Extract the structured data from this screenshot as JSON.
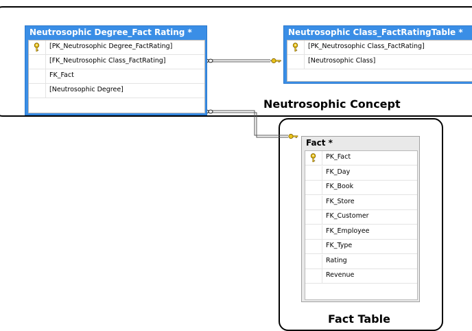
{
  "groups": {
    "neutrosophic_concept": "Neutrosophic Concept",
    "fact_table": "Fact Table"
  },
  "tables": {
    "degree": {
      "title": "Neutrosophic Degree_Fact Rating *",
      "fields": [
        {
          "name": "[PK_Neutrosophic Degree_FactRating]",
          "key": true
        },
        {
          "name": "[FK_Neutrosophic Class_FactRating]",
          "key": false
        },
        {
          "name": "FK_Fact",
          "key": false
        },
        {
          "name": "[Neutrosophic Degree]",
          "key": false
        }
      ]
    },
    "class": {
      "title": "Neutrosophic Class_FactRatingTable *",
      "fields": [
        {
          "name": "[PK_Neutrosophic Class_FactRating]",
          "key": true
        },
        {
          "name": "[Neutrosophic Class]",
          "key": false
        }
      ]
    },
    "fact": {
      "title": "Fact *",
      "fields": [
        {
          "name": "PK_Fact",
          "key": true
        },
        {
          "name": "FK_Day",
          "key": false
        },
        {
          "name": "FK_Book",
          "key": false
        },
        {
          "name": "FK_Store",
          "key": false
        },
        {
          "name": "FK_Customer",
          "key": false
        },
        {
          "name": "FK_Employee",
          "key": false
        },
        {
          "name": "FK_Type",
          "key": false
        },
        {
          "name": "Rating",
          "key": false
        },
        {
          "name": "Revenue",
          "key": false
        }
      ]
    }
  },
  "icons": {
    "primary_key": "key-icon",
    "relationship_many": "infinity-icon",
    "relationship_one": "key-icon"
  },
  "colors": {
    "selected_header": "#3a8ee6",
    "unselected_header": "#e9e9e9",
    "key_gold": "#e8c21a"
  }
}
